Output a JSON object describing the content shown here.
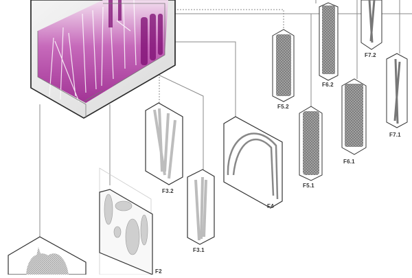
{
  "diagram": {
    "type": "exploded-isometric-assembly",
    "colors": {
      "accent_magenta": "#9a1f8c",
      "magenta_light": "#e6b8df",
      "outline": "#2b2b2b",
      "connector": "#8a8a8a",
      "specimen_gray": "#8f8f8f",
      "background": "#ffffff"
    },
    "main_volume": {
      "name": "assembled-tank",
      "fill": "magenta"
    },
    "modules": [
      {
        "id": "F2",
        "label": "F2"
      },
      {
        "id": "F3.1",
        "label": "F3.1"
      },
      {
        "id": "F3.2",
        "label": "F3.2"
      },
      {
        "id": "F4",
        "label": "F4"
      },
      {
        "id": "F5.1",
        "label": "F5.1"
      },
      {
        "id": "F5.2",
        "label": "F5.2"
      },
      {
        "id": "F6.1",
        "label": "F6.1"
      },
      {
        "id": "F6.2",
        "label": "F6.2"
      },
      {
        "id": "F7.1",
        "label": "F7.1"
      },
      {
        "id": "F7.2",
        "label": "F7.2"
      }
    ]
  }
}
